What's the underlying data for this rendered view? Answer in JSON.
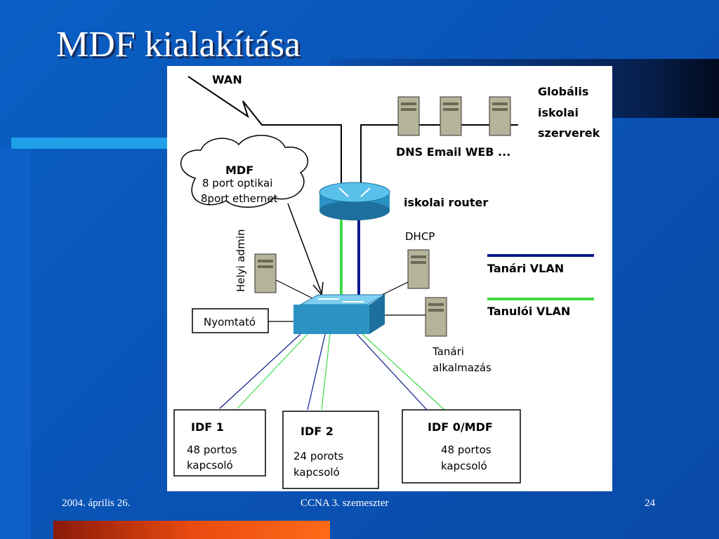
{
  "slide": {
    "title": "MDF kialakítása",
    "footer_date": "2004. április 26.",
    "footer_course": "CCNA 3. szemeszter",
    "footer_page": "24"
  },
  "diagram": {
    "wan": "WAN",
    "global_servers": [
      "Globális",
      "iskolai",
      "szerverek"
    ],
    "server_labels": "DNS Email WEB ...",
    "router": "iskolai router",
    "mdf_cloud": {
      "title": "MDF",
      "line1": "8 port optikai",
      "line2": "8port ethernet"
    },
    "local_admin": "Helyi admin",
    "dhcp": "DHCP",
    "printer": "Nyomtató",
    "teacher_app": [
      "Tanári",
      "alkalmazás"
    ],
    "legend": [
      {
        "label": "Tanári VLAN",
        "color": "#0b1a8c"
      },
      {
        "label": "Tanulói VLAN",
        "color": "#3ddc47"
      }
    ],
    "idf": [
      {
        "title": "IDF 1",
        "line1": "48 portos",
        "line2": "kapcsoló"
      },
      {
        "title": "IDF 2",
        "line1": "24 porots",
        "line2": "kapcsoló"
      },
      {
        "title": "IDF 0/MDF",
        "line1": "48 portos",
        "line2": "kapcsoló"
      }
    ]
  }
}
